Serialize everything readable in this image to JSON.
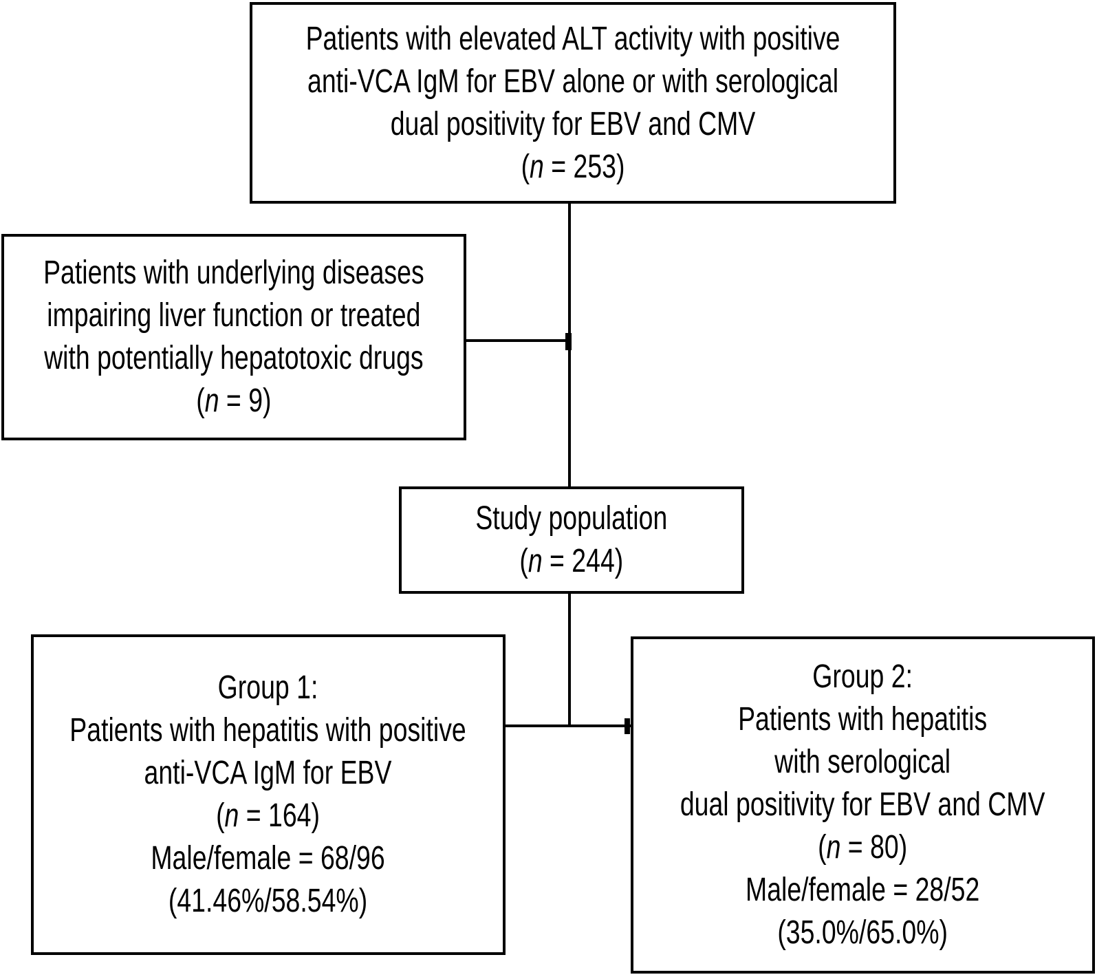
{
  "figure": {
    "type": "study-flow-diagram",
    "background_color": "#ffffff",
    "line_color": "#000000",
    "text_color": "#000000",
    "boxes": [
      {
        "id": "eligible",
        "lines": [
          "Patients with elevated ALT activity with positive",
          "anti-VCA IgM for EBV alone or with serological",
          "dual positivity for EBV and CMV",
          "(n = 253)"
        ]
      },
      {
        "id": "excluded",
        "lines": [
          "Patients with underlying diseases",
          "impairing liver function or treated",
          "with potentially hepatotoxic drugs",
          "(n = 9)"
        ]
      },
      {
        "id": "study_population",
        "lines": [
          "Study population",
          "(n = 244)"
        ]
      },
      {
        "id": "group_1",
        "lines": [
          "Group 1:",
          "Patients with hepatitis with positive",
          "anti-VCA IgM for EBV",
          "(n = 164)",
          "Male/female = 68/96",
          "(41.46%/58.54%)"
        ]
      },
      {
        "id": "group_2",
        "lines": [
          "Group 2:",
          "Patients with hepatitis",
          "with serological",
          "dual positivity for EBV and CMV",
          "(n = 80)",
          "Male/female = 28/52",
          "(35.0%/65.0%)"
        ]
      }
    ]
  }
}
